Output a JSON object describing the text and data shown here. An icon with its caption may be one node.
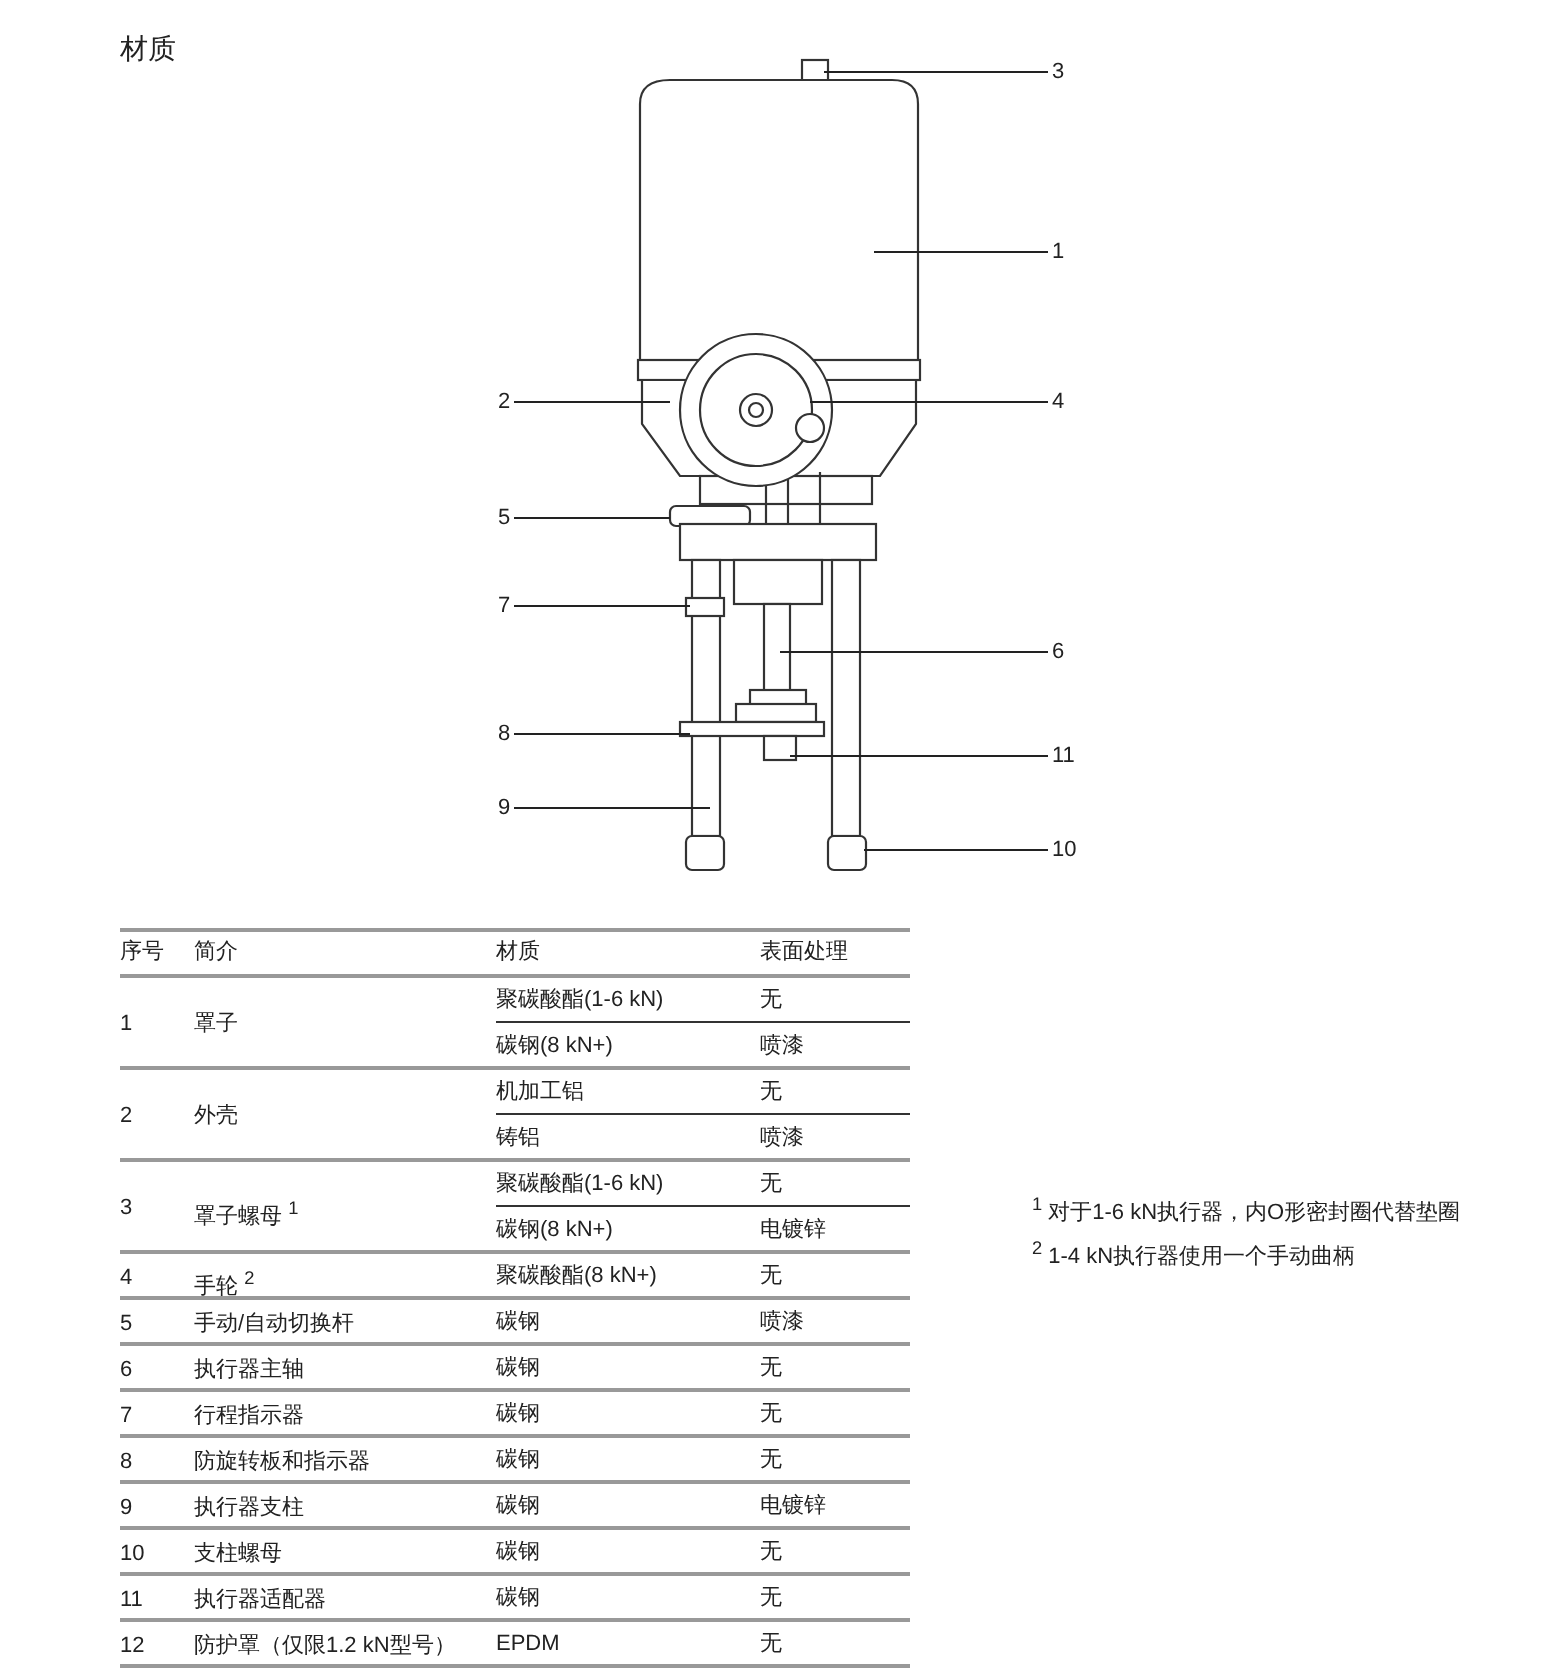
{
  "diagram": {
    "title": "材质",
    "nodes": [
      {
        "text": [
          "3"
        ]
      },
      {
        "text": [
          "1"
        ]
      },
      {
        "text": [
          "2"
        ]
      },
      {
        "text": [
          "4"
        ]
      },
      {
        "text": [
          "5"
        ]
      },
      {
        "text": [
          "7"
        ]
      },
      {
        "text": [
          "6"
        ]
      },
      {
        "text": [
          "8"
        ]
      },
      {
        "text": [
          "11"
        ]
      },
      {
        "text": [
          "9"
        ]
      },
      {
        "text": [
          "10"
        ]
      }
    ],
    "edges": [
      {
        "from": 0,
        "to": null,
        "arrow": "none"
      },
      {
        "from": 1,
        "to": null,
        "arrow": "none"
      },
      {
        "from": 2,
        "to": null,
        "arrow": "none"
      },
      {
        "from": 3,
        "to": null,
        "arrow": "none"
      },
      {
        "from": 4,
        "to": null,
        "arrow": "none"
      },
      {
        "from": 5,
        "to": null,
        "arrow": "none"
      },
      {
        "from": 6,
        "to": null,
        "arrow": "none"
      },
      {
        "from": 7,
        "to": null,
        "arrow": "none"
      },
      {
        "from": 8,
        "to": null,
        "arrow": "none"
      },
      {
        "from": 9,
        "to": null,
        "arrow": "none"
      },
      {
        "from": 10,
        "to": null,
        "arrow": "none"
      }
    ],
    "labels": [
      "序号",
      "简介",
      "材质",
      "表面处理",
      "1",
      "罩子",
      "聚碳酸酯(1-6 kN)",
      "无",
      "碳钢(8 kN+)",
      "喷漆",
      "2",
      "外壳",
      "机加工铝",
      "无",
      "铸铝",
      "喷漆",
      "3",
      "罩子螺母 $^{1}$",
      "聚碳酸酯(1-6 kN)",
      "无",
      "碳钢(8 kN+)",
      "电镀锌",
      "4",
      "手轮 $^{2}$",
      "聚碳酸酯(8 kN+)",
      "无",
      "5",
      "手动/自动切换杆",
      "碳钢",
      "喷漆",
      "6",
      "执行器主轴",
      "碳钢",
      "无",
      "7",
      "行程指示器",
      "碳钢",
      "无",
      "8",
      "防旋转板和指示器",
      "碳钢",
      "无",
      "9",
      "执行器支柱",
      "碳钢",
      "电镀锌",
      "10",
      "支柱螺母",
      "碳钢",
      "无",
      "11",
      "执行器适配器",
      "碳钢",
      "无",
      "12",
      "防护罩（仅限1.2 kN型号）",
      "EPDM",
      "无",
      "$^{1}$ 对于1-6 kN执行器，内O形密封圈代替垫圈",
      "$^{2}$ 1-4 kN执行器使用一个手动曲柄"
    ]
  }
}
